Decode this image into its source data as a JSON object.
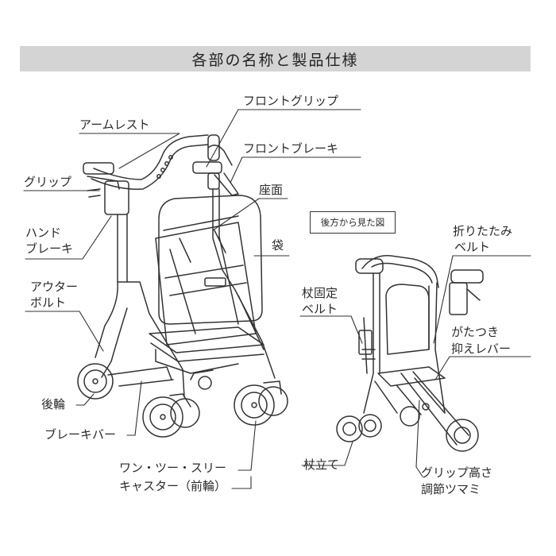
{
  "title": "各部の名称と製品仕様",
  "rear_view_note": "後方から見た図",
  "labels": {
    "front_grip": "フロントグリップ",
    "armrest": "アームレスト",
    "front_brake": "フロントブレーキ",
    "grip": "グリップ",
    "seat": "座面",
    "hand_brake_1": "ハンド",
    "hand_brake_2": "ブレーキ",
    "bag": "袋",
    "outer_bolt_1": "アウター",
    "outer_bolt_2": "ボルト",
    "rear_wheel": "後輪",
    "brake_bar": "ブレーキバー",
    "caster_1": "ワン・ツー・スリー",
    "caster_2": "キャスター（前輪）",
    "fold_belt_1": "折りたたみ",
    "fold_belt_2": "ベルト",
    "cane_belt_1": "杖固定",
    "cane_belt_2": "ベルト",
    "rattle_lever_1": "がたつき",
    "rattle_lever_2": "抑えレバー",
    "cane_stand": "杖立て",
    "grip_height_1": "グリップ高さ",
    "grip_height_2": "調節ツマミ"
  },
  "colors": {
    "title_bg": "#d4d4d4",
    "line": "#333333",
    "text": "#2a2a2a"
  }
}
